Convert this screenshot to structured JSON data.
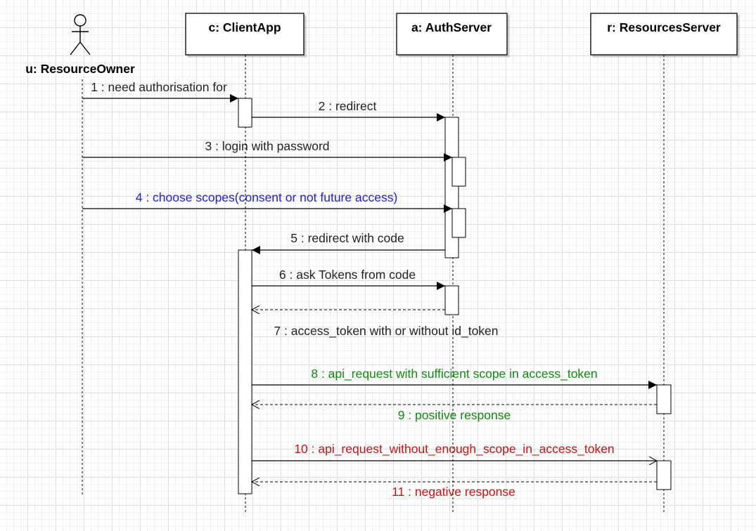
{
  "colors": {
    "default": "#222222",
    "blue": "#2020e0",
    "green": "#118811",
    "red": "#cc1111"
  },
  "participants": [
    {
      "id": "u",
      "label": "u: ResourceOwner",
      "kind": "actor"
    },
    {
      "id": "c",
      "label": "c: ClientApp",
      "kind": "object"
    },
    {
      "id": "a",
      "label": "a: AuthServer",
      "kind": "object"
    },
    {
      "id": "r",
      "label": "r: ResourcesServer",
      "kind": "object"
    }
  ],
  "messages": [
    {
      "label": "1 : need authorisation for",
      "from": "u",
      "to": "c",
      "style": "sync",
      "color": "default"
    },
    {
      "label": "2 : redirect",
      "from": "c",
      "to": "a",
      "style": "sync",
      "color": "default"
    },
    {
      "label": "3 : login with password",
      "from": "u",
      "to": "a",
      "style": "sync",
      "color": "default"
    },
    {
      "label": "4 : choose scopes(consent or not future access)",
      "from": "u",
      "to": "a",
      "style": "sync",
      "color": "blue"
    },
    {
      "label": "5 : redirect with code",
      "from": "a",
      "to": "c",
      "style": "sync",
      "color": "default"
    },
    {
      "label": "6 : ask Tokens from code",
      "from": "c",
      "to": "a",
      "style": "sync",
      "color": "default"
    },
    {
      "label": "7 : access_token with or without id_token",
      "from": "a",
      "to": "c",
      "style": "return",
      "color": "default"
    },
    {
      "label": "8 : api_request with sufficient scope in access_token",
      "from": "c",
      "to": "r",
      "style": "sync",
      "color": "green"
    },
    {
      "label": "9 : positive response",
      "from": "r",
      "to": "c",
      "style": "return",
      "color": "green"
    },
    {
      "label": "10 : api_request_without_enough_scope_in_access_token",
      "from": "c",
      "to": "r",
      "style": "async",
      "color": "red"
    },
    {
      "label": "11 : negative response",
      "from": "r",
      "to": "c",
      "style": "return",
      "color": "red"
    }
  ]
}
